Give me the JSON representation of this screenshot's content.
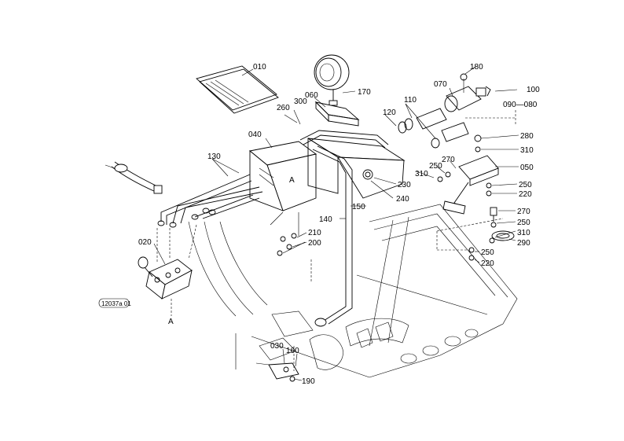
{
  "parts": {
    "p010": "010",
    "p020": "020",
    "p030": "030",
    "p040": "040",
    "p050": "050",
    "p060": "060",
    "p070": "070",
    "p090_080": "090—080",
    "p100": "100",
    "p110": "110",
    "p120": "120",
    "p130": "130",
    "p140": "140",
    "p150": "150",
    "p160": "160",
    "p170": "170",
    "p180": "180",
    "p190": "190",
    "p200": "200",
    "p210": "210",
    "p220a": "220",
    "p220b": "220",
    "p230": "230",
    "p240": "240",
    "p250a": "250",
    "p250b": "250",
    "p250c": "250",
    "p250d": "250",
    "p260": "260",
    "p270a": "270",
    "p270b": "270",
    "p280": "280",
    "p290": "290",
    "p300": "300",
    "p310a": "310",
    "p310b": "310",
    "p310c": "310"
  },
  "markers": {
    "a_top": "A",
    "a_bottom": "A"
  },
  "drawing_code": "12037a 01"
}
